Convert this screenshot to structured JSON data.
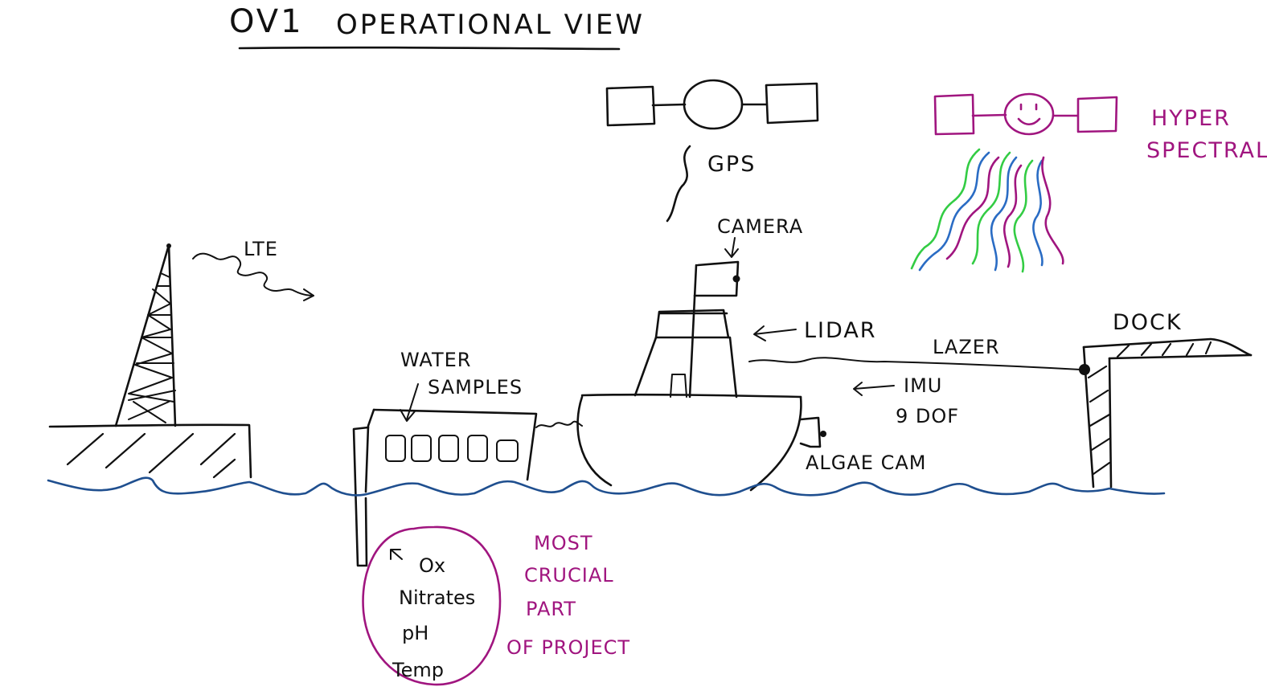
{
  "title": {
    "code": "OV1",
    "text": "OPERATIONAL VIEW"
  },
  "labels": {
    "gps": "GPS",
    "hyper_line1": "HYPER",
    "hyper_line2": "SPECTRAL",
    "lte": "LTE",
    "camera": "CAMERA",
    "lidar": "LIDAR",
    "lazer": "LAZER",
    "dock": "DOCK",
    "imu_line1": "IMU",
    "imu_line2": "9 DOF",
    "algae_cam": "ALGAE CAM",
    "water_samples_line1": "WATER",
    "water_samples_line2": "SAMPLES"
  },
  "sensors": {
    "items": [
      "Ox",
      "Nitrates",
      "pH",
      "Temp"
    ]
  },
  "note": {
    "lines": [
      "MOST",
      "CRUCIAL",
      "PART",
      "OF PROJECT"
    ]
  },
  "colors": {
    "ink": "#111111",
    "magenta": "#a0157f",
    "water": "#1f4f8f",
    "green": "#33cc44",
    "blue": "#2a6cc4"
  }
}
